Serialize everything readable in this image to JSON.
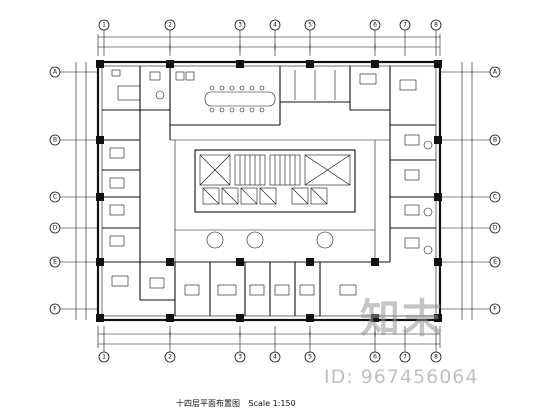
{
  "caption": {
    "title": "十四层平面布置图",
    "scale": "Scale 1:150"
  },
  "watermark": {
    "logo": "知末",
    "id": "ID: 967456064"
  },
  "grid": {
    "top": [
      "1",
      "2",
      "3",
      "4",
      "5",
      "6",
      "7",
      "8"
    ],
    "bottom": [
      "1",
      "2",
      "3",
      "4",
      "5",
      "6",
      "7",
      "8"
    ],
    "left": [
      "A",
      "B",
      "C",
      "D",
      "E",
      "F"
    ],
    "right": [
      "A",
      "B",
      "C",
      "D",
      "E",
      "F"
    ]
  }
}
